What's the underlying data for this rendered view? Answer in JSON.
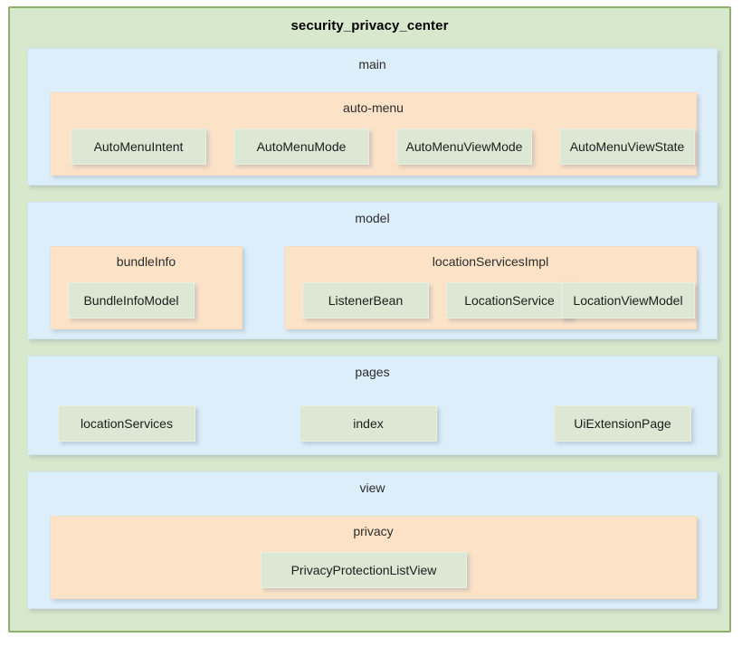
{
  "diagram": {
    "title": "security_privacy_center",
    "type": "package-hierarchy",
    "colors": {
      "root_fill": "#d8e8cd",
      "root_border": "#89b36a",
      "module_fill": "#ddeefb",
      "subpackage_fill": "#fce3c8",
      "leaf_fill": "#dce8d3"
    },
    "modules": {
      "main": {
        "label": "main",
        "subpackages": {
          "auto_menu": {
            "label": "auto-menu",
            "leaves": [
              {
                "label": "AutoMenuIntent"
              },
              {
                "label": "AutoMenuMode"
              },
              {
                "label": "AutoMenuViewMode"
              },
              {
                "label": "AutoMenuViewState"
              }
            ]
          }
        }
      },
      "model": {
        "label": "model",
        "subpackages": {
          "bundle_info": {
            "label": "bundleInfo",
            "leaves": [
              {
                "label": "BundleInfoModel"
              }
            ]
          },
          "location_services_impl": {
            "label": "locationServicesImpl",
            "leaves": [
              {
                "label": "ListenerBean"
              },
              {
                "label": "LocationService"
              },
              {
                "label": "LocationViewModel"
              }
            ]
          }
        }
      },
      "pages": {
        "label": "pages",
        "leaves": [
          {
            "label": "locationServices"
          },
          {
            "label": "index"
          },
          {
            "label": "UiExtensionPage"
          }
        ]
      },
      "view": {
        "label": "view",
        "subpackages": {
          "privacy": {
            "label": "privacy",
            "leaves": [
              {
                "label": "PrivacyProtectionListView"
              }
            ]
          }
        }
      }
    }
  }
}
